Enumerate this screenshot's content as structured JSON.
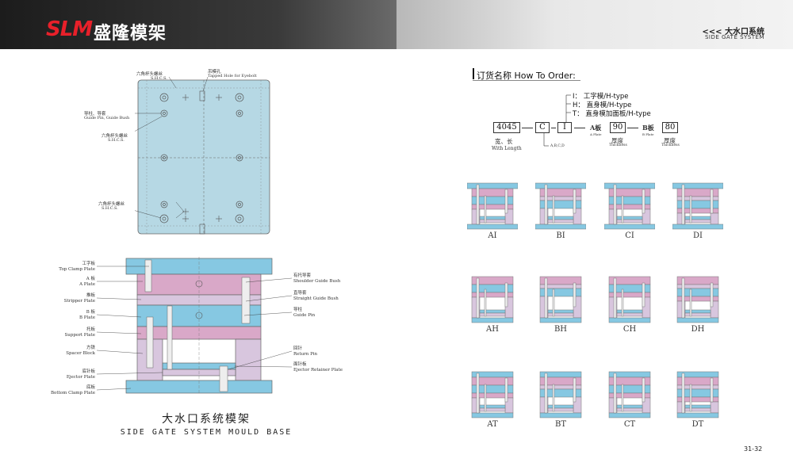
{
  "header": {
    "logo_slm": "SLM",
    "logo_cn": "盛隆模架",
    "title": "<<<  大水口系统",
    "subtitle": "SIDE GATE SYSTEM"
  },
  "top_view": {
    "labels": {
      "lift_hole_cn": "吊模孔",
      "lift_hole_en": "Tapped Hole for Eyebolt",
      "hex_bolt_top_cn": "六角杯头螺丝",
      "hex_bolt_top_en": "S.H.C.S.",
      "guide_pin_cn": "导柱、导套",
      "guide_pin_en": "Guide Pin, Guide Bush",
      "hex_bolt_mid_cn": "六角杯头螺丝",
      "hex_bolt_mid_en": "S.H.C.S.",
      "hex_bolt_bot_cn": "六角杯头螺丝",
      "hex_bolt_bot_en": "S.H.C.S."
    }
  },
  "section_view": {
    "left_labels": [
      {
        "cn": "工字板",
        "en": "Top  Clamp  Plate"
      },
      {
        "cn": "A 板",
        "en": "A  Plate"
      },
      {
        "cn": "推板",
        "en": "Stripper  Plate"
      },
      {
        "cn": "B 板",
        "en": "B  Plate"
      },
      {
        "cn": "托板",
        "en": "Support  Plate"
      },
      {
        "cn": "方铁",
        "en": "Spacer  Block"
      },
      {
        "cn": "底针板",
        "en": "Ejector  Plate"
      },
      {
        "cn": "底板",
        "en": "Bottom  Clamp  Plate"
      }
    ],
    "right_labels": [
      {
        "cn": "有托导套",
        "en": "Shoulder  Guide  Bush"
      },
      {
        "cn": "直导套",
        "en": "Straight  Guide  Bush"
      },
      {
        "cn": "导柱",
        "en": "Guide  Pin"
      },
      {
        "cn": "回针",
        "en": "Return  Pin"
      },
      {
        "cn": "面针板",
        "en": "Ejector  Retainer  Plate"
      }
    ]
  },
  "title": {
    "cn": "大水口系统模架",
    "en": "SIDE GATE SYSTEM MOULD BASE"
  },
  "order": {
    "title": "订货名称  How To Order:",
    "types": [
      "I：  工字模/H-type",
      "H：  直身模/H-type",
      "T：  直身模加面板/H-type"
    ],
    "code": {
      "size": "4045",
      "system": "C",
      "type": "I",
      "a_label": "A板",
      "a_value": "90",
      "b_label": "B板",
      "b_value": "80",
      "size_cn": "宽、长",
      "size_en": "With    Length",
      "system_en": "A,B,C,D",
      "a_cn": "厚度",
      "a_en": "Thickness",
      "b_cn": "厚度",
      "b_en": "Thickness",
      "a_small": "A Plate",
      "b_small": "B Plate"
    }
  },
  "types_grid": [
    [
      "AI",
      "BI",
      "CI",
      "DI"
    ],
    [
      "AH",
      "BH",
      "CH",
      "DH"
    ],
    [
      "AT",
      "BT",
      "CT",
      "DT"
    ]
  ],
  "colors": {
    "plate_blue": "#86c8e2",
    "plate_pink": "#d9a8c8",
    "plate_lavender": "#d8c6de",
    "top_view_blue": "#b6d8e4"
  },
  "page_number": "31-32"
}
